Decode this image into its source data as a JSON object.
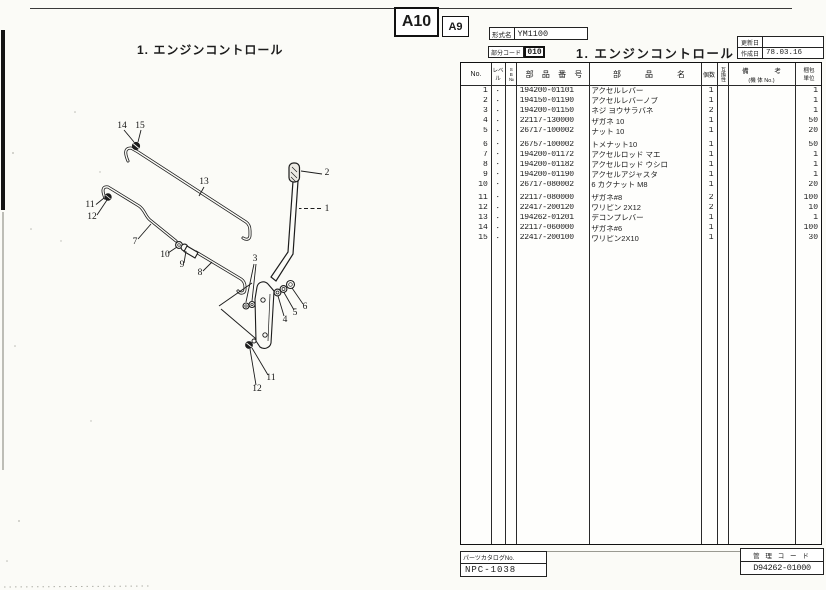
{
  "page": {
    "background": "#fbfbf7",
    "ink": "#1c1c1c"
  },
  "header": {
    "page_code": "A10",
    "page_code_secondary": "A9",
    "model_label": "形式名",
    "model_value": "YM1100",
    "section_label": "部分コード",
    "section_value": "010",
    "left_title": "1. エンジンコントロール",
    "right_title": "1. エンジンコントロール",
    "updated_label": "更新日",
    "updated_value": "",
    "created_label": "作成日",
    "created_value": "78.03.16"
  },
  "table": {
    "headers": {
      "no": "No.",
      "level": "レベル",
      "sb": "SB№",
      "part_no": "部 品 番 号",
      "part_name": "部　品　名",
      "qty": "個数",
      "compat": "互換性",
      "remarks": "備 考",
      "remarks_sub": "(機 体 No.)",
      "pack_line1": "梱包",
      "pack_line2": "単位"
    },
    "rows": [
      {
        "no": "1",
        "level": "･",
        "sb": "",
        "part_no": "194200-01101",
        "name": "アクセルレバー",
        "qty": "1",
        "compat": "",
        "remarks": "",
        "pack": "1"
      },
      {
        "no": "2",
        "level": "･",
        "sb": "",
        "part_no": "194150-01190",
        "name": "アクセルレバーノブ",
        "qty": "1",
        "compat": "",
        "remarks": "",
        "pack": "1"
      },
      {
        "no": "3",
        "level": "･",
        "sb": "",
        "part_no": "194200-01150",
        "name": "ネジ ヨウサラバネ",
        "qty": "2",
        "compat": "",
        "remarks": "",
        "pack": "1"
      },
      {
        "no": "4",
        "level": "･",
        "sb": "",
        "part_no": "22117-130000",
        "name": "ザガネ 10",
        "qty": "1",
        "compat": "",
        "remarks": "",
        "pack": "50"
      },
      {
        "no": "5",
        "level": "･",
        "sb": "",
        "part_no": "26717-100002",
        "name": "ナット 10",
        "qty": "1",
        "compat": "",
        "remarks": "",
        "pack": "20"
      },
      {
        "no": "6",
        "level": "･",
        "sb": "",
        "part_no": "26757-100002",
        "name": "トメナット10",
        "qty": "1",
        "compat": "",
        "remarks": "",
        "pack": "50"
      },
      {
        "no": "7",
        "level": "･",
        "sb": "",
        "part_no": "194200-01172",
        "name": "アクセルロッド マエ",
        "qty": "1",
        "compat": "",
        "remarks": "",
        "pack": "1"
      },
      {
        "no": "8",
        "level": "･",
        "sb": "",
        "part_no": "194200-01182",
        "name": "アクセルロッド ウシロ",
        "qty": "1",
        "compat": "",
        "remarks": "",
        "pack": "1"
      },
      {
        "no": "9",
        "level": "･",
        "sb": "",
        "part_no": "194200-01190",
        "name": "アクセルアジャスタ",
        "qty": "1",
        "compat": "",
        "remarks": "",
        "pack": "1"
      },
      {
        "no": "10",
        "level": "･",
        "sb": "",
        "part_no": "26717-080002",
        "name": "6 カクナット M8",
        "qty": "1",
        "compat": "",
        "remarks": "",
        "pack": "20"
      },
      {
        "no": "11",
        "level": "･",
        "sb": "",
        "part_no": "22117-080000",
        "name": "ザガネ#8",
        "qty": "2",
        "compat": "",
        "remarks": "",
        "pack": "100"
      },
      {
        "no": "12",
        "level": "･",
        "sb": "",
        "part_no": "22417-200120",
        "name": "ワリピン 2X12",
        "qty": "2",
        "compat": "",
        "remarks": "",
        "pack": "10"
      },
      {
        "no": "13",
        "level": "･",
        "sb": "",
        "part_no": "194262-01201",
        "name": "デコンプレバー",
        "qty": "1",
        "compat": "",
        "remarks": "",
        "pack": "1"
      },
      {
        "no": "14",
        "level": "･",
        "sb": "",
        "part_no": "22117-060000",
        "name": "ザガネ#6",
        "qty": "1",
        "compat": "",
        "remarks": "",
        "pack": "100"
      },
      {
        "no": "15",
        "level": "･",
        "sb": "",
        "part_no": "22417-200100",
        "name": "ワリピン2X10",
        "qty": "1",
        "compat": "",
        "remarks": "",
        "pack": "30"
      }
    ]
  },
  "footer": {
    "catalog_label": "パーツカタログNo.",
    "catalog_value": "NPC-1038",
    "control_label": "管 理 コ ー ド",
    "control_value": "D94262-01000"
  },
  "diagram": {
    "callouts": [
      "14",
      "15",
      "13",
      "2",
      "1",
      "11",
      "12",
      "7",
      "10",
      "9",
      "8",
      "3",
      "4",
      "5",
      "6",
      "11",
      "12"
    ]
  }
}
